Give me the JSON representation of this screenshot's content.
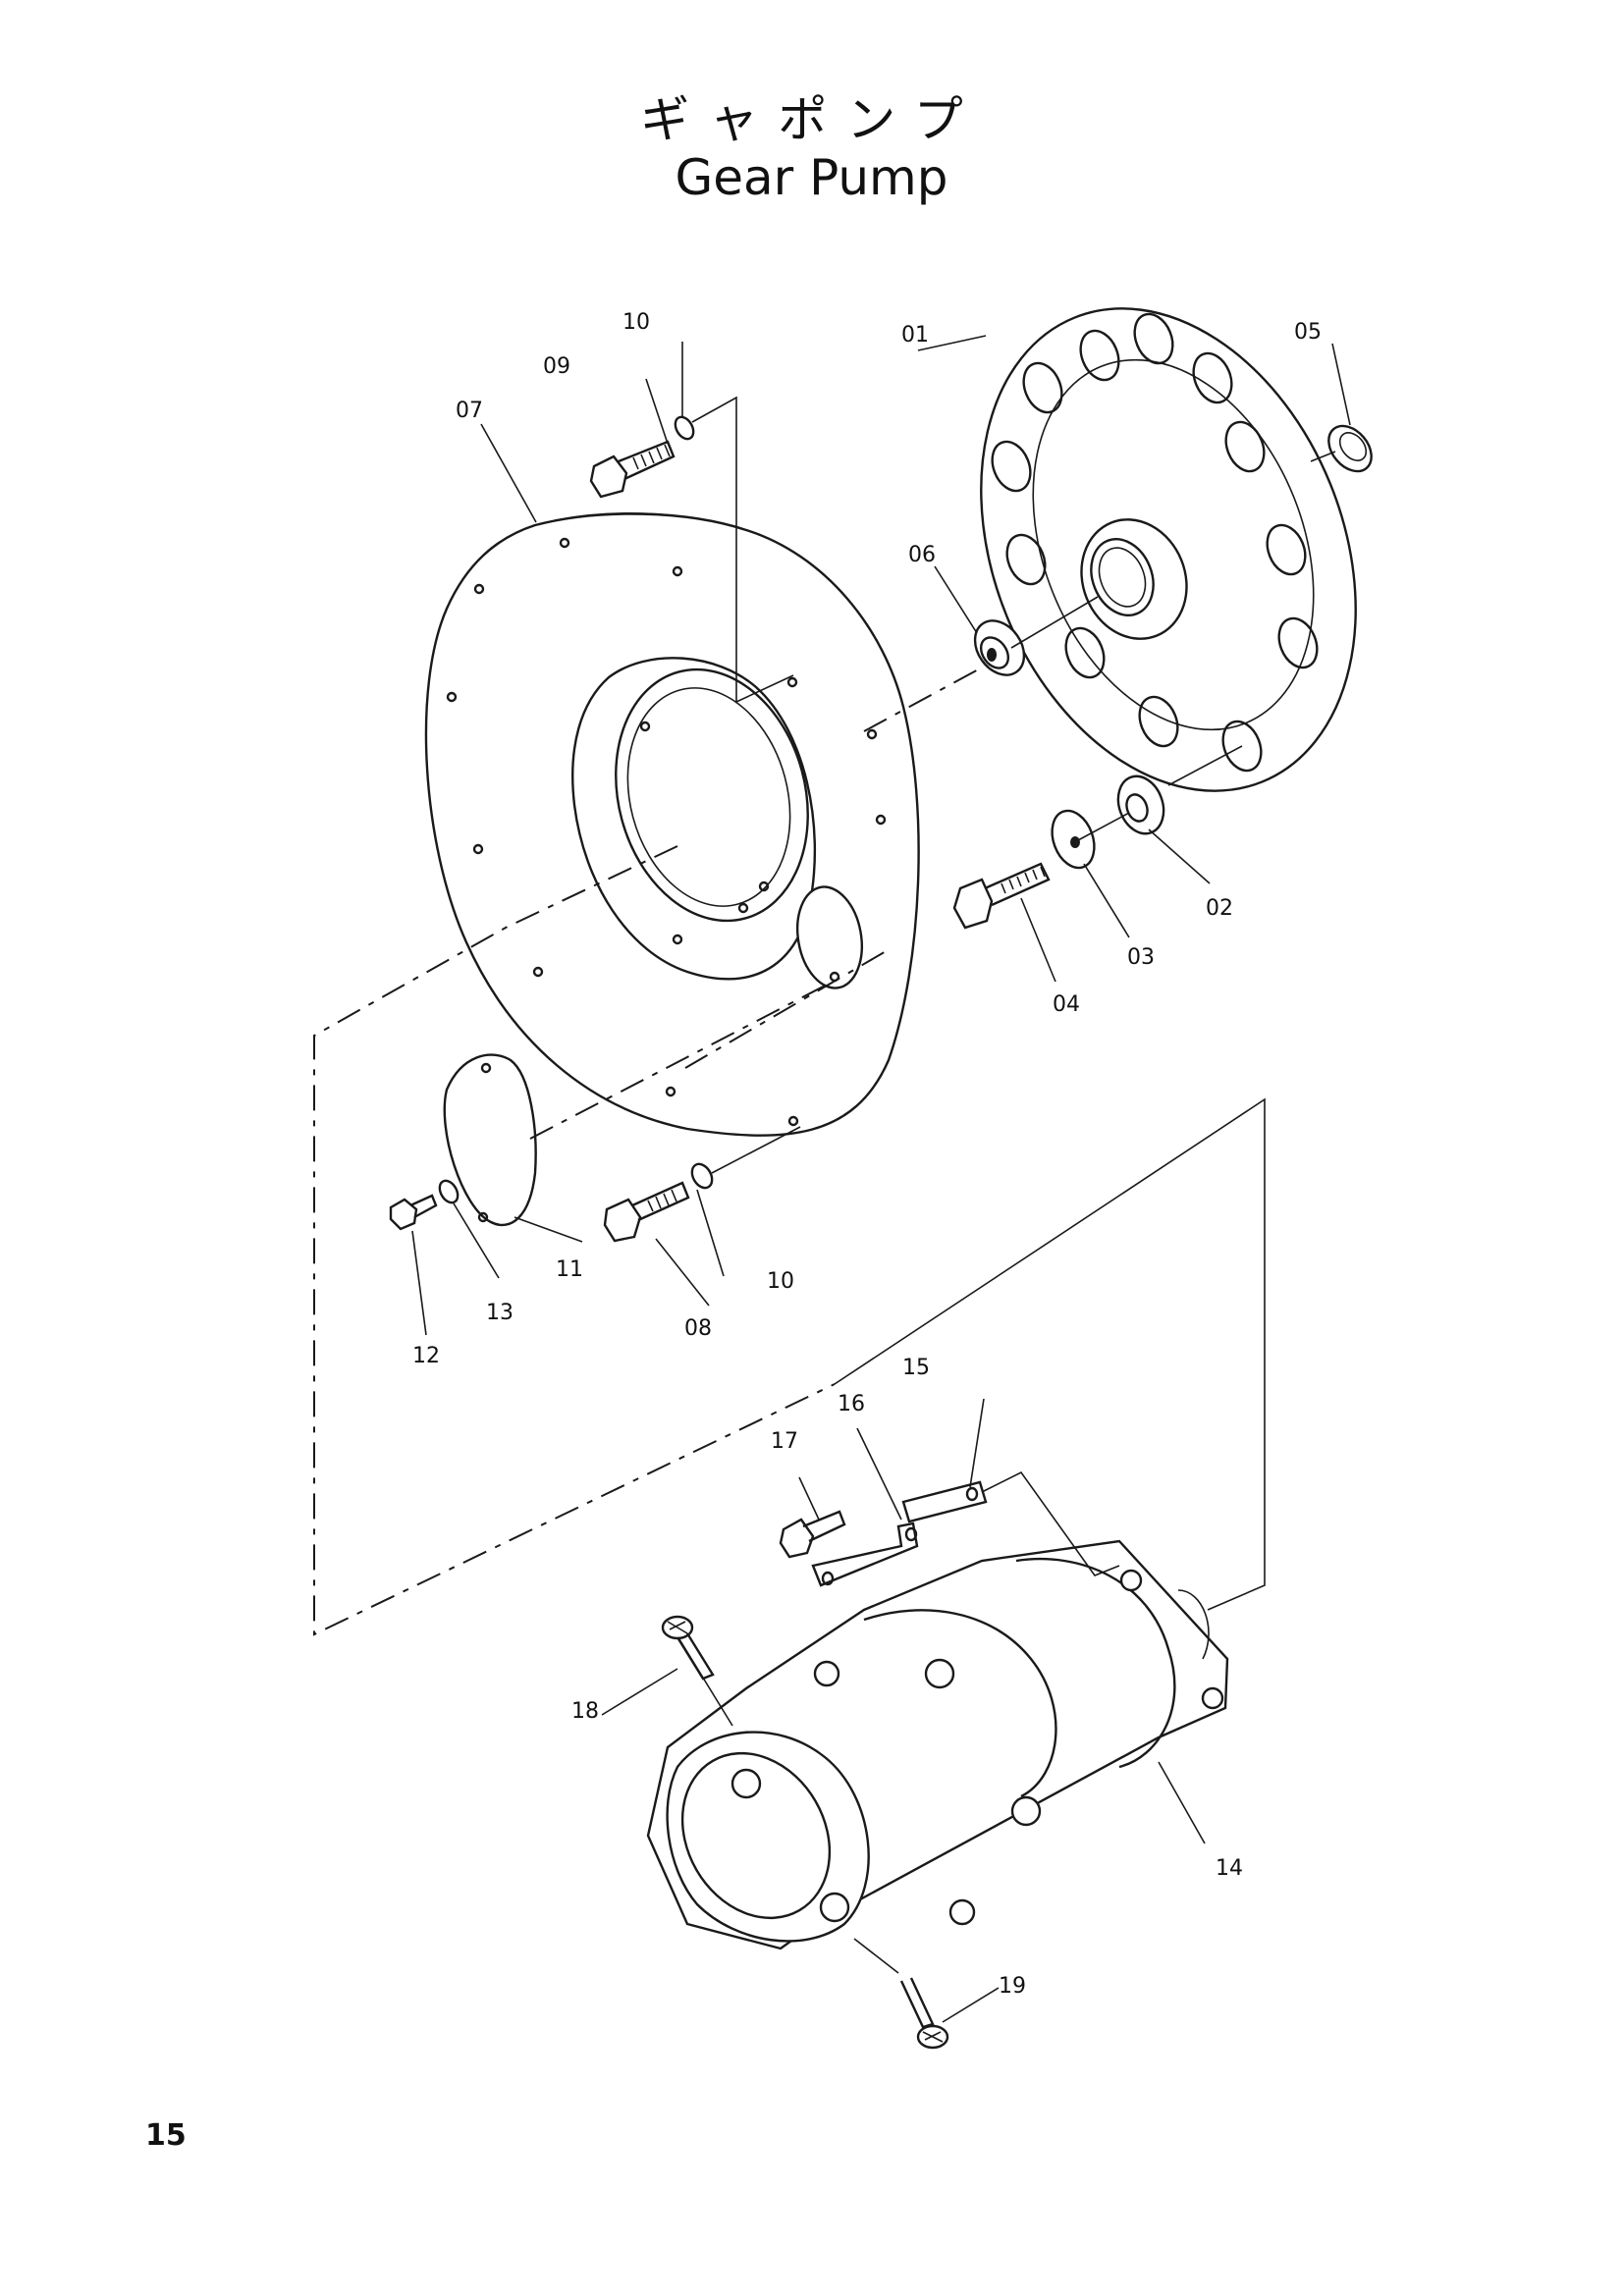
{
  "title": {
    "japanese": "ギャポンプ",
    "english": "Gear Pump"
  },
  "page_number": "15",
  "part_labels": {
    "p01": "01",
    "p02": "02",
    "p03": "03",
    "p04": "04",
    "p05": "05",
    "p06": "06",
    "p07": "07",
    "p08": "08",
    "p09": "09",
    "p10_top": "10",
    "p10_bottom": "10",
    "p11": "11",
    "p12": "12",
    "p13": "13",
    "p14": "14",
    "p15": "15",
    "p16": "16",
    "p17": "17",
    "p18": "18",
    "p19": "19"
  }
}
